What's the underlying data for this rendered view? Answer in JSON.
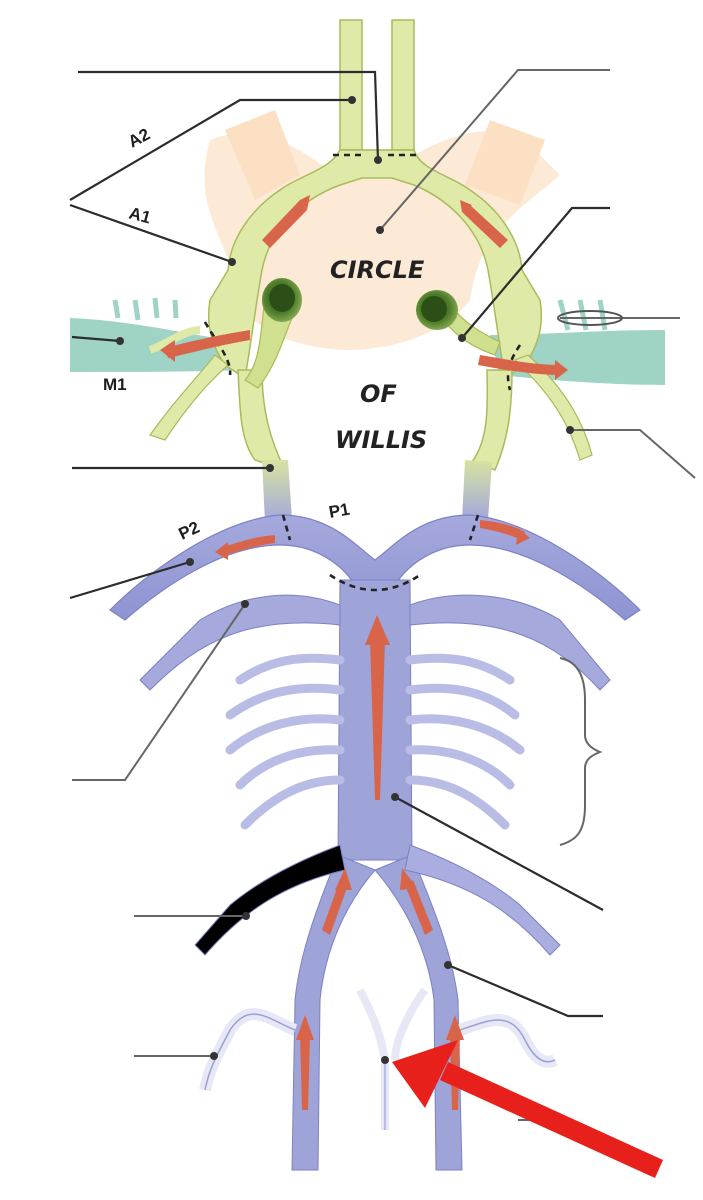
{
  "diagram": {
    "title_line1": "CIRCLE",
    "title_line2": "OF",
    "title_line3": "WILLIS",
    "labels": {
      "a2": "A2",
      "a1": "A1",
      "m1": "M1",
      "p1": "P1",
      "p2": "P2"
    },
    "colors": {
      "anterior_vessel": "#dfe9a8",
      "anterior_edge": "#a9bb5a",
      "middle_vessel": "#9fd3c6",
      "posterior_vessel": "#9ea3d8",
      "posterior_edge": "#6e74b8",
      "flow_arrow": "#d8654a",
      "optic_background": "#fbe6cf",
      "pointer_arrow": "#e8201c"
    }
  }
}
